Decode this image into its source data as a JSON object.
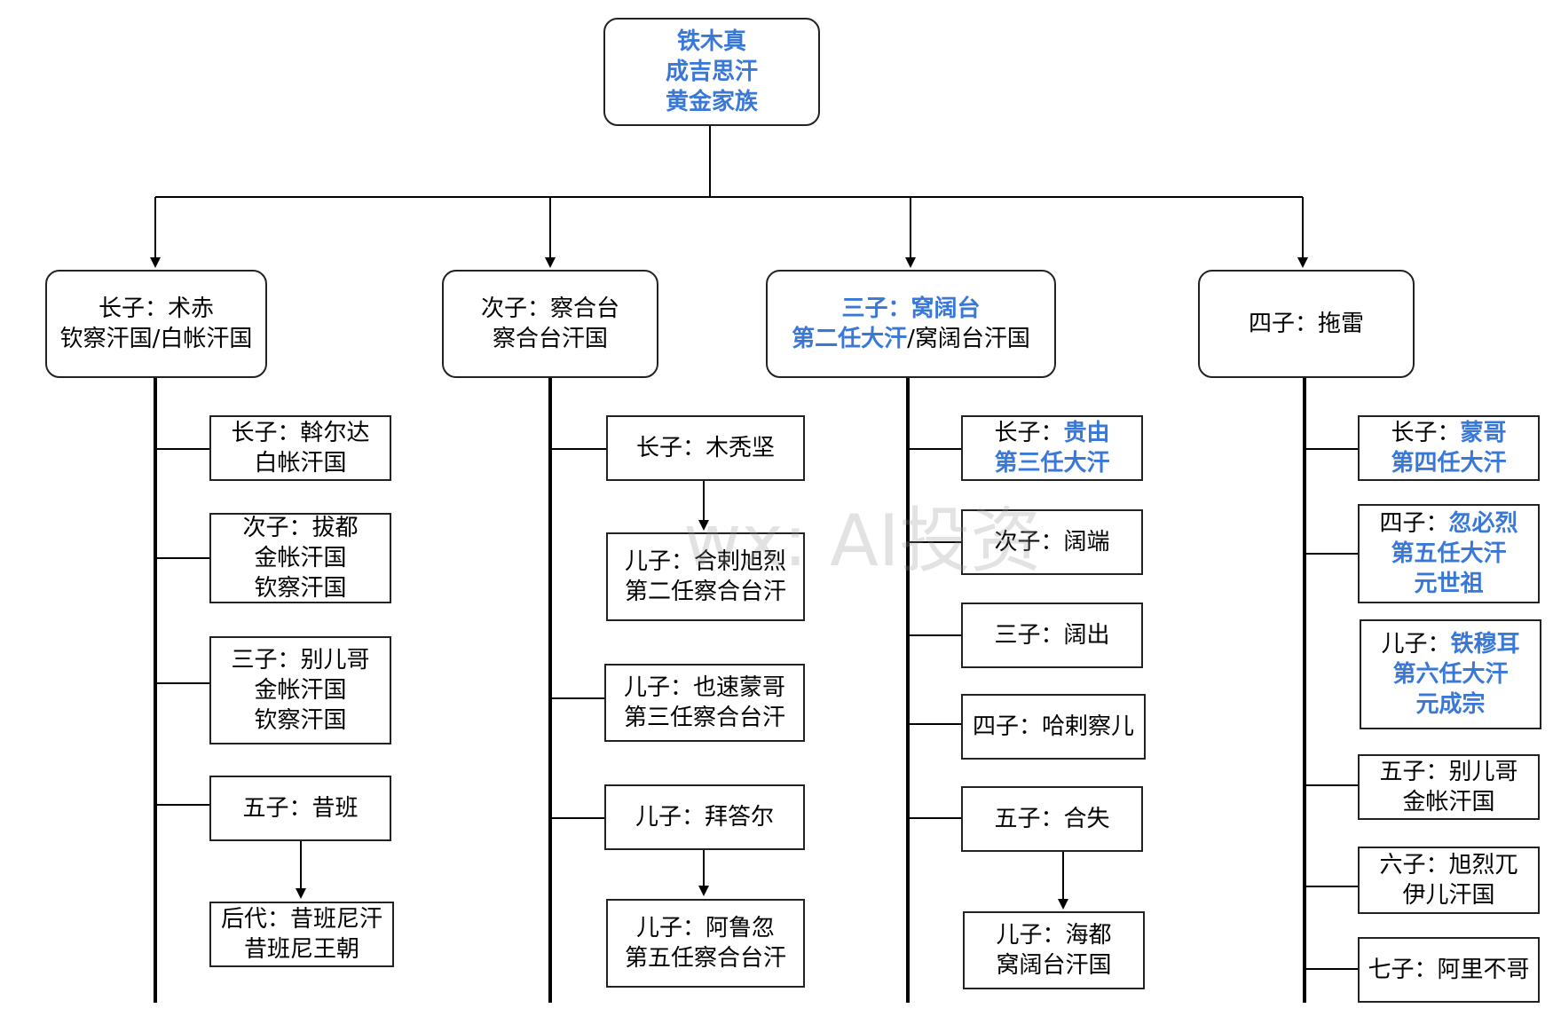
{
  "watermark": "wx: AI投资",
  "root": {
    "lines": [
      {
        "segments": [
          {
            "text": "铁木真",
            "hl": true
          }
        ]
      },
      {
        "segments": [
          {
            "text": "成吉思汗",
            "hl": true
          }
        ]
      },
      {
        "segments": [
          {
            "text": "黄金家族",
            "hl": true
          }
        ]
      }
    ]
  },
  "branches": [
    {
      "node": {
        "lines": [
          {
            "segments": [
              {
                "text": "长子：术赤",
                "hl": false
              }
            ]
          },
          {
            "segments": [
              {
                "text": "钦察汗国/白帐汗国",
                "hl": false
              }
            ]
          }
        ]
      },
      "children": [
        {
          "lines": [
            {
              "segments": [
                {
                  "text": "长子：斡尔达",
                  "hl": false
                }
              ]
            },
            {
              "segments": [
                {
                  "text": "白帐汗国",
                  "hl": false
                }
              ]
            }
          ]
        },
        {
          "lines": [
            {
              "segments": [
                {
                  "text": "次子：拔都",
                  "hl": false
                }
              ]
            },
            {
              "segments": [
                {
                  "text": "金帐汗国",
                  "hl": false
                }
              ]
            },
            {
              "segments": [
                {
                  "text": "钦察汗国",
                  "hl": false
                }
              ]
            }
          ]
        },
        {
          "lines": [
            {
              "segments": [
                {
                  "text": "三子：别儿哥",
                  "hl": false
                }
              ]
            },
            {
              "segments": [
                {
                  "text": "金帐汗国",
                  "hl": false
                }
              ]
            },
            {
              "segments": [
                {
                  "text": "钦察汗国",
                  "hl": false
                }
              ]
            }
          ]
        },
        {
          "lines": [
            {
              "segments": [
                {
                  "text": "五子：昔班",
                  "hl": false
                }
              ]
            }
          ]
        },
        {
          "lines": [
            {
              "segments": [
                {
                  "text": "后代：昔班尼汗",
                  "hl": false
                }
              ]
            },
            {
              "segments": [
                {
                  "text": "昔班尼王朝",
                  "hl": false
                }
              ]
            }
          ]
        }
      ]
    },
    {
      "node": {
        "lines": [
          {
            "segments": [
              {
                "text": "次子：察合台",
                "hl": false
              }
            ]
          },
          {
            "segments": [
              {
                "text": "察合台汗国",
                "hl": false
              }
            ]
          }
        ]
      },
      "children": [
        {
          "lines": [
            {
              "segments": [
                {
                  "text": "长子：木秃坚",
                  "hl": false
                }
              ]
            }
          ]
        },
        {
          "lines": [
            {
              "segments": [
                {
                  "text": "儿子：合剌旭烈",
                  "hl": false
                }
              ]
            },
            {
              "segments": [
                {
                  "text": "第二任察合台汗",
                  "hl": false
                }
              ]
            }
          ]
        },
        {
          "lines": [
            {
              "segments": [
                {
                  "text": "儿子：也速蒙哥",
                  "hl": false
                }
              ]
            },
            {
              "segments": [
                {
                  "text": "第三任察合台汗",
                  "hl": false
                }
              ]
            }
          ]
        },
        {
          "lines": [
            {
              "segments": [
                {
                  "text": "儿子：拜答尔",
                  "hl": false
                }
              ]
            }
          ]
        },
        {
          "lines": [
            {
              "segments": [
                {
                  "text": "儿子：阿鲁忽",
                  "hl": false
                }
              ]
            },
            {
              "segments": [
                {
                  "text": "第五任察合台汗",
                  "hl": false
                }
              ]
            }
          ]
        }
      ]
    },
    {
      "node": {
        "lines": [
          {
            "segments": [
              {
                "text": "三子：窝阔台",
                "hl": true
              }
            ]
          },
          {
            "segments": [
              {
                "text": "第二任大汗",
                "hl": true
              },
              {
                "text": "/窝阔台汗国",
                "hl": false
              }
            ]
          }
        ]
      },
      "children": [
        {
          "lines": [
            {
              "segments": [
                {
                  "text": "长子：",
                  "hl": false
                },
                {
                  "text": "贵由",
                  "hl": true
                }
              ]
            },
            {
              "segments": [
                {
                  "text": "第三任大汗",
                  "hl": true
                }
              ]
            }
          ]
        },
        {
          "lines": [
            {
              "segments": [
                {
                  "text": "次子：阔端",
                  "hl": false
                }
              ]
            }
          ]
        },
        {
          "lines": [
            {
              "segments": [
                {
                  "text": "三子：阔出",
                  "hl": false
                }
              ]
            }
          ]
        },
        {
          "lines": [
            {
              "segments": [
                {
                  "text": "四子：哈剌察儿",
                  "hl": false
                }
              ]
            }
          ]
        },
        {
          "lines": [
            {
              "segments": [
                {
                  "text": "五子：合失",
                  "hl": false
                }
              ]
            }
          ]
        },
        {
          "lines": [
            {
              "segments": [
                {
                  "text": "儿子：海都",
                  "hl": false
                }
              ]
            },
            {
              "segments": [
                {
                  "text": "窝阔台汗国",
                  "hl": false
                }
              ]
            }
          ]
        }
      ]
    },
    {
      "node": {
        "lines": [
          {
            "segments": [
              {
                "text": "四子：拖雷",
                "hl": false
              }
            ]
          }
        ]
      },
      "children": [
        {
          "lines": [
            {
              "segments": [
                {
                  "text": "长子：",
                  "hl": false
                },
                {
                  "text": "蒙哥",
                  "hl": true
                }
              ]
            },
            {
              "segments": [
                {
                  "text": "第四任大汗",
                  "hl": true
                }
              ]
            }
          ]
        },
        {
          "lines": [
            {
              "segments": [
                {
                  "text": "四子：",
                  "hl": false
                },
                {
                  "text": "忽必烈",
                  "hl": true
                }
              ]
            },
            {
              "segments": [
                {
                  "text": "第五任大汗",
                  "hl": true
                }
              ]
            },
            {
              "segments": [
                {
                  "text": "元世祖",
                  "hl": true
                }
              ]
            }
          ]
        },
        {
          "lines": [
            {
              "segments": [
                {
                  "text": "儿子：",
                  "hl": false
                },
                {
                  "text": "铁穆耳",
                  "hl": true
                }
              ]
            },
            {
              "segments": [
                {
                  "text": "第六任大汗",
                  "hl": true
                }
              ]
            },
            {
              "segments": [
                {
                  "text": "元成宗",
                  "hl": true
                }
              ]
            }
          ]
        },
        {
          "lines": [
            {
              "segments": [
                {
                  "text": "五子：别儿哥",
                  "hl": false
                }
              ]
            },
            {
              "segments": [
                {
                  "text": "金帐汗国",
                  "hl": false
                }
              ]
            }
          ]
        },
        {
          "lines": [
            {
              "segments": [
                {
                  "text": "六子：旭烈兀",
                  "hl": false
                }
              ]
            },
            {
              "segments": [
                {
                  "text": "伊儿汗国",
                  "hl": false
                }
              ]
            }
          ]
        },
        {
          "lines": [
            {
              "segments": [
                {
                  "text": "七子：阿里不哥",
                  "hl": false
                }
              ]
            }
          ]
        }
      ]
    }
  ],
  "colors": {
    "highlight": "#3a78d8",
    "line": "#000000",
    "border": "#222222"
  }
}
